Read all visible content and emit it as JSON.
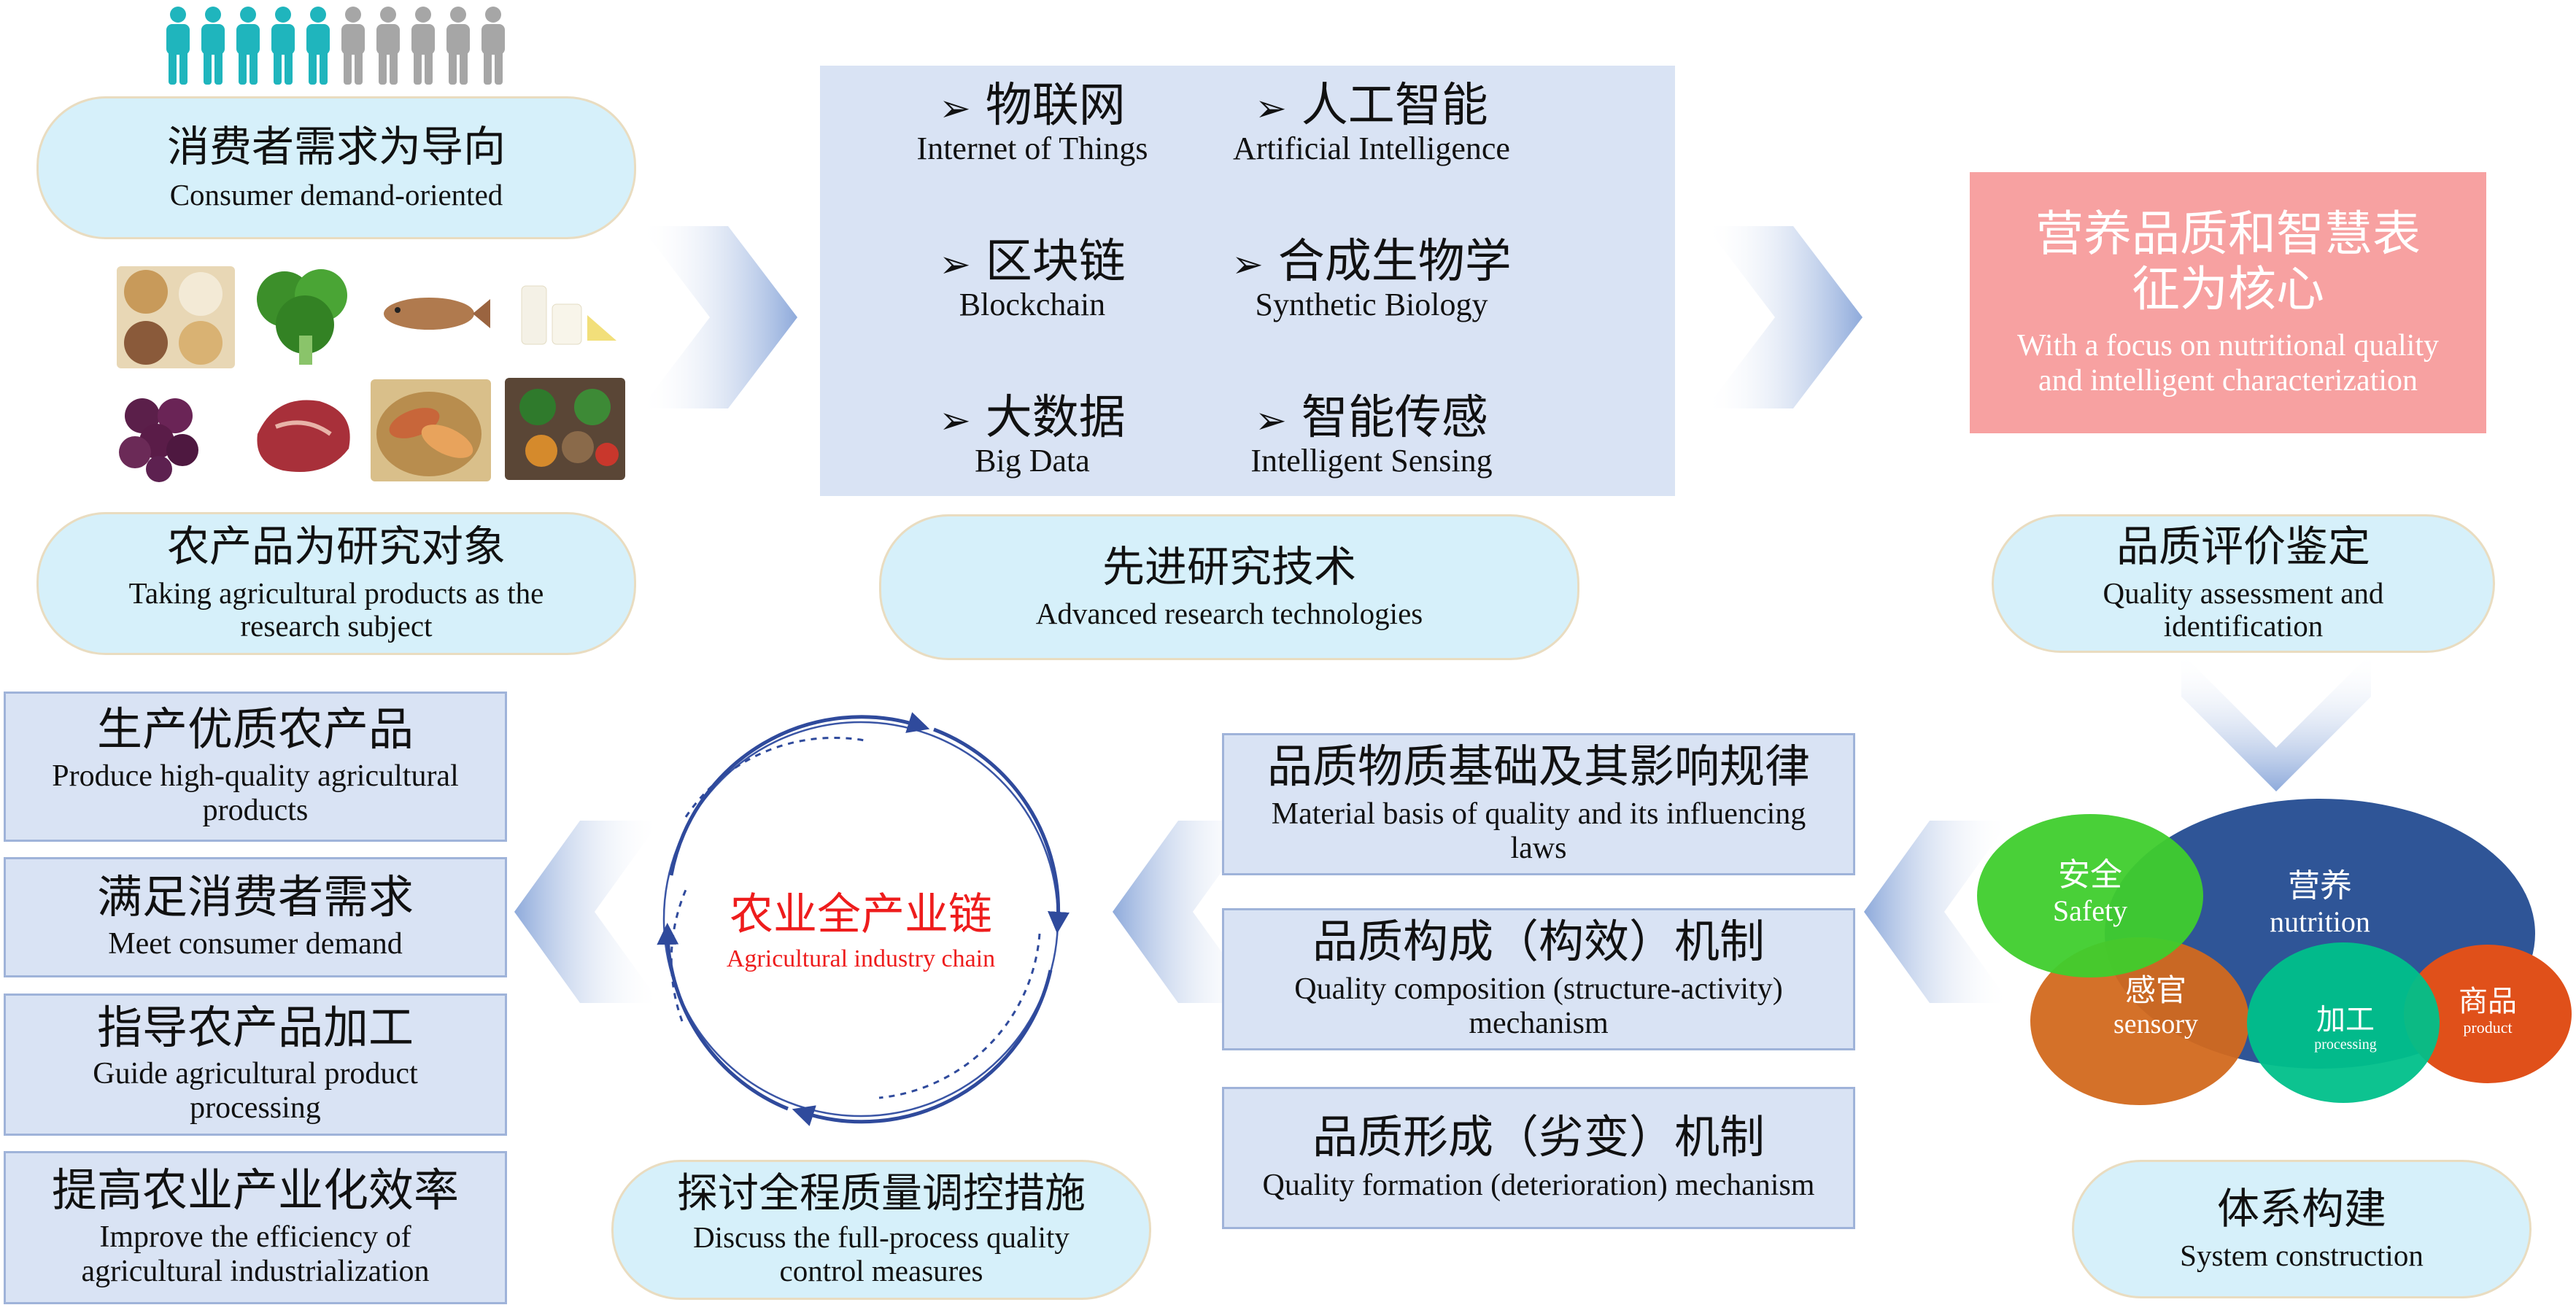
{
  "consumer": {
    "zh": "消费者需求为导向",
    "en": "Consumer demand-oriented"
  },
  "agri_subject": {
    "zh": "农产品为研究对象",
    "en": "Taking agricultural products as the research subject"
  },
  "tech_items": [
    {
      "zh": "物联网",
      "en": "Internet of Things"
    },
    {
      "zh": "人工智能",
      "en": "Artificial Intelligence"
    },
    {
      "zh": "区块链",
      "en": "Blockchain"
    },
    {
      "zh": "合成生物学",
      "en": "Synthetic Biology"
    },
    {
      "zh": "大数据",
      "en": "Big Data"
    },
    {
      "zh": "智能传感",
      "en": "Intelligent Sensing"
    }
  ],
  "advanced_tech": {
    "zh": "先进研究技术",
    "en": "Advanced research technologies"
  },
  "core": {
    "zh": "营养品质和智慧表征为核心",
    "en": "With a focus on nutritional quality and intelligent characterization"
  },
  "quality_assess": {
    "zh": "品质评价鉴定",
    "en": "Quality assessment and identification"
  },
  "venn": {
    "nutrition": {
      "zh": "营养",
      "en": "nutrition"
    },
    "safety": {
      "zh": "安全",
      "en": "Safety"
    },
    "sensory": {
      "zh": "感官",
      "en": "sensory"
    },
    "processing": {
      "zh": "加工",
      "en": "processing"
    },
    "product": {
      "zh": "商品",
      "en": "product"
    }
  },
  "system": {
    "zh": "体系构建",
    "en": "System construction"
  },
  "mechanisms": [
    {
      "zh": "品质物质基础及其影响规律",
      "en": "Material basis of quality and its influencing laws"
    },
    {
      "zh": "品质构成（构效）机制",
      "en": "Quality composition (structure-activity) mechanism"
    },
    {
      "zh": "品质形成（劣变）机制",
      "en": "Quality formation (deterioration) mechanism"
    }
  ],
  "chain": {
    "zh": "农业全产业链",
    "en": "Agricultural industry chain"
  },
  "control": {
    "zh": "探讨全程质量调控措施",
    "en": "Discuss the full-process quality control measures"
  },
  "outcomes": [
    {
      "zh": "生产优质农产品",
      "en": "Produce high-quality agricultural products"
    },
    {
      "zh": "满足消费者需求",
      "en": "Meet consumer demand"
    },
    {
      "zh": "指导农产品加工",
      "en": "Guide agricultural product processing"
    },
    {
      "zh": "提高农业产业化效率",
      "en": "Improve the efficiency of agricultural industrialization"
    }
  ],
  "colors": {
    "pill_bg": "#d6f0fa",
    "box_bg": "#d9e3f4",
    "core_bg": "#f7a1a1",
    "chain_red": "#ee1c1c",
    "nutrition": "#2f5597",
    "safety": "#3fcd2d",
    "sensory": "#d2691e",
    "processing": "#00c08a",
    "product": "#e0501a",
    "person_active": "#1fb5bd",
    "person_inactive": "#a6a6a6"
  },
  "people": {
    "active": 5,
    "total": 10
  },
  "food_images": [
    "grains-image",
    "broccoli-image",
    "fish-image",
    "dairy-image",
    "grapes-image",
    "meat-image",
    "sweet-potato-image",
    "mixed-produce-image"
  ]
}
